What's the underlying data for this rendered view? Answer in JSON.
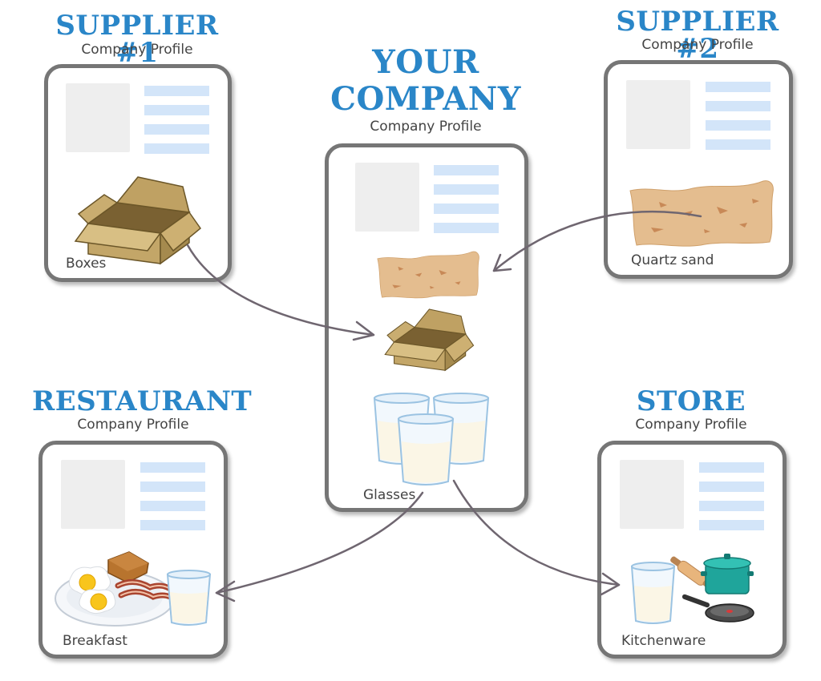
{
  "colors": {
    "heading": "#2a86c8",
    "text": "#444444",
    "card_border": "#767676",
    "placeholder_image": "#eeeeee",
    "placeholder_line": "#d3e5f9",
    "arrow": "#6f6670"
  },
  "icons": {
    "box": "cardboard-box-icon",
    "sand": "quartz-sand-icon",
    "glass": "milk-glass-icon",
    "breakfast": "breakfast-plate-icon",
    "kitchenware": "kitchenware-icon"
  },
  "profile_label": "Company Profile",
  "supplier1": {
    "title": "SUPPLIER #1",
    "item_label": "Boxes"
  },
  "supplier2": {
    "title": "SUPPLIER #2",
    "item_label": "Quartz sand"
  },
  "your_company": {
    "title_line1": "YOUR",
    "title_line2": "COMPANY",
    "item_label": "Glasses"
  },
  "restaurant": {
    "title": "RESTAURANT",
    "item_label": "Breakfast"
  },
  "store": {
    "title": "STORE",
    "item_label": "Kitchenware"
  }
}
